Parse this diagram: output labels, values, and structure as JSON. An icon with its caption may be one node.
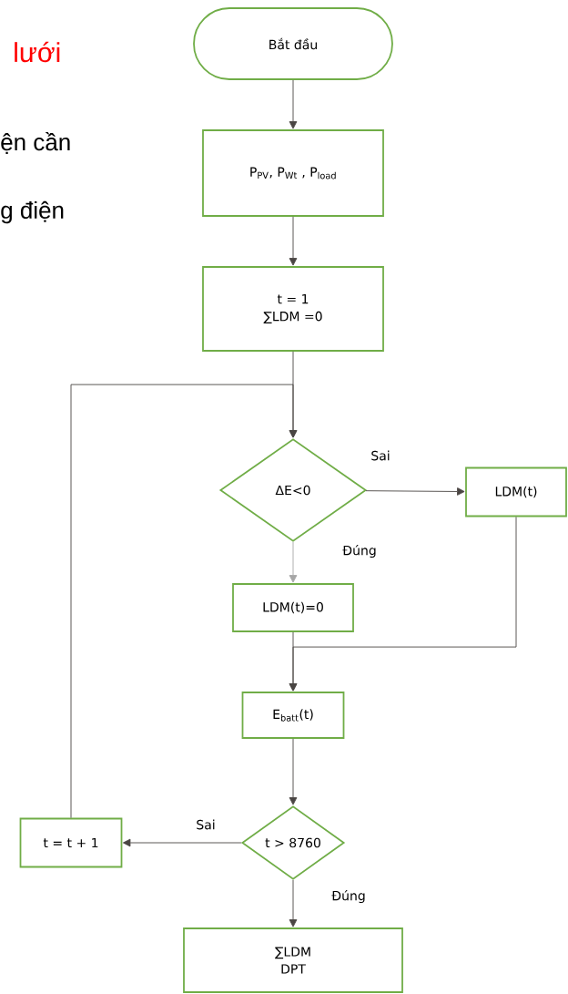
{
  "diagram": {
    "nodes": [
      {
        "text": [
          "Bắt đầu"
        ]
      },
      {
        "text": [
          "P$_{PV}$,  P$_{Wt}$ , P$_{load}$"
        ]
      },
      {
        "text": [
          "t = 1",
          "∑LDM =0"
        ]
      },
      {
        "text": [
          "ΔE<0"
        ]
      },
      {
        "text": [
          "LDM(t)"
        ]
      },
      {
        "text": [
          "LDM(t)=0"
        ]
      },
      {
        "text": [
          "E$_{batt}$(t)"
        ]
      },
      {
        "text": [
          "t > 8760"
        ]
      },
      {
        "text": [
          "t = t + 1"
        ]
      },
      {
        "text": [
          "∑LDM",
          "DPT"
        ]
      }
    ],
    "edges": [
      {
        "from": 0,
        "to": 1,
        "arrow": "to"
      },
      {
        "from": 1,
        "to": 2,
        "arrow": "to"
      },
      {
        "from": 2,
        "to": 3,
        "arrow": "to"
      },
      {
        "from": 3,
        "to": 4,
        "arrow": "to",
        "label": "Sai"
      },
      {
        "from": 3,
        "to": 5,
        "arrow": "to",
        "label": "Đúng",
        "color": "#a6a6a6"
      },
      {
        "from": 4,
        "to": 6,
        "arrow": "to"
      },
      {
        "from": 5,
        "to": 6,
        "arrow": "to"
      },
      {
        "from": 6,
        "to": 7,
        "arrow": "to"
      },
      {
        "from": 7,
        "to": 8,
        "arrow": "to",
        "label": "Sai"
      },
      {
        "from": 7,
        "to": 9,
        "arrow": "to",
        "label": "Đúng"
      },
      {
        "from": 8,
        "to": 3,
        "arrow": "to"
      }
    ],
    "labels": [
      "lưới",
      "ện cần",
      "g điện"
    ]
  }
}
